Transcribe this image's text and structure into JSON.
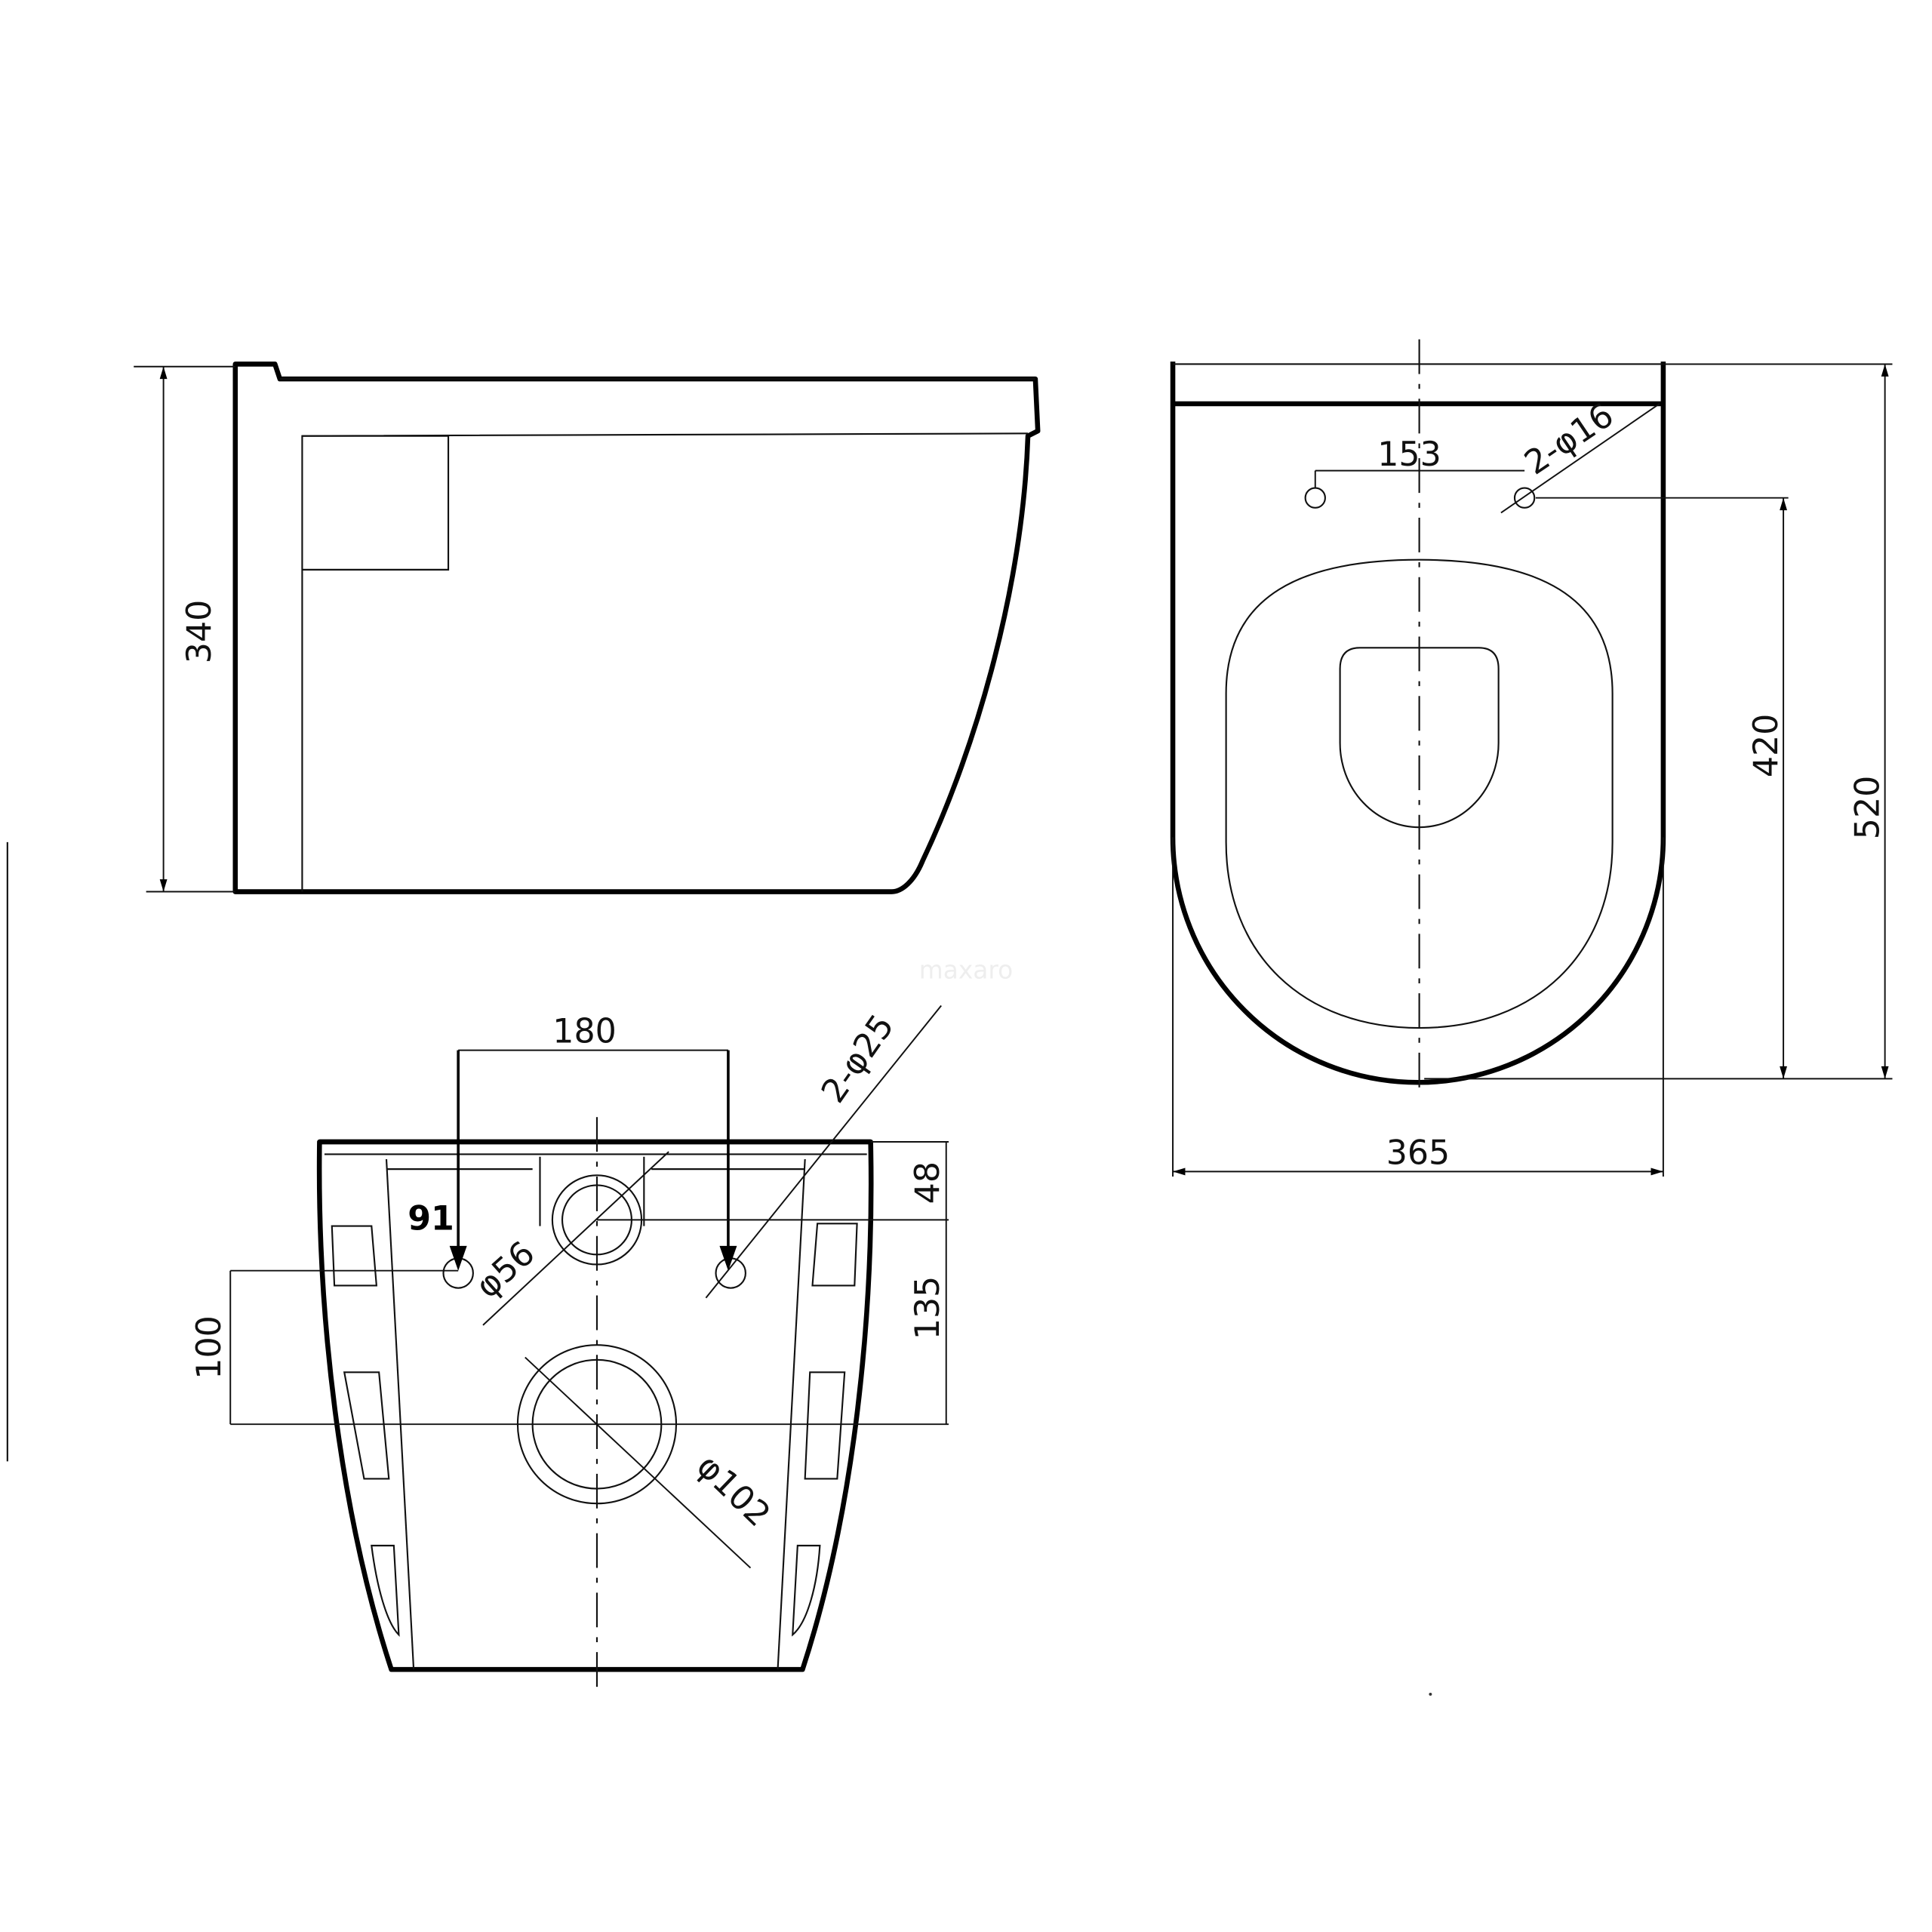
{
  "drawing": {
    "title": "Wall-hung toilet technical drawing",
    "units": "mm",
    "watermark": "maxaro",
    "line_color": "#000000",
    "background": "#ffffff"
  },
  "side_view": {
    "height_label": "340"
  },
  "top_view": {
    "width_label": "365",
    "depth_label": "520",
    "hole_depth_label": "420",
    "hole_spacing_label": "153",
    "hole_diameter_label": "2-φ16"
  },
  "rear_view": {
    "bolt_spacing_label": "180",
    "bolt_diameter_label": "2-φ25",
    "inlet_diameter_label": "φ56",
    "outlet_diameter_label": "φ102",
    "bolt_offset_label": "91",
    "inlet_height_label": "48",
    "inlet_outlet_distance_label": "135",
    "bolt_outlet_distance_label": "100"
  }
}
